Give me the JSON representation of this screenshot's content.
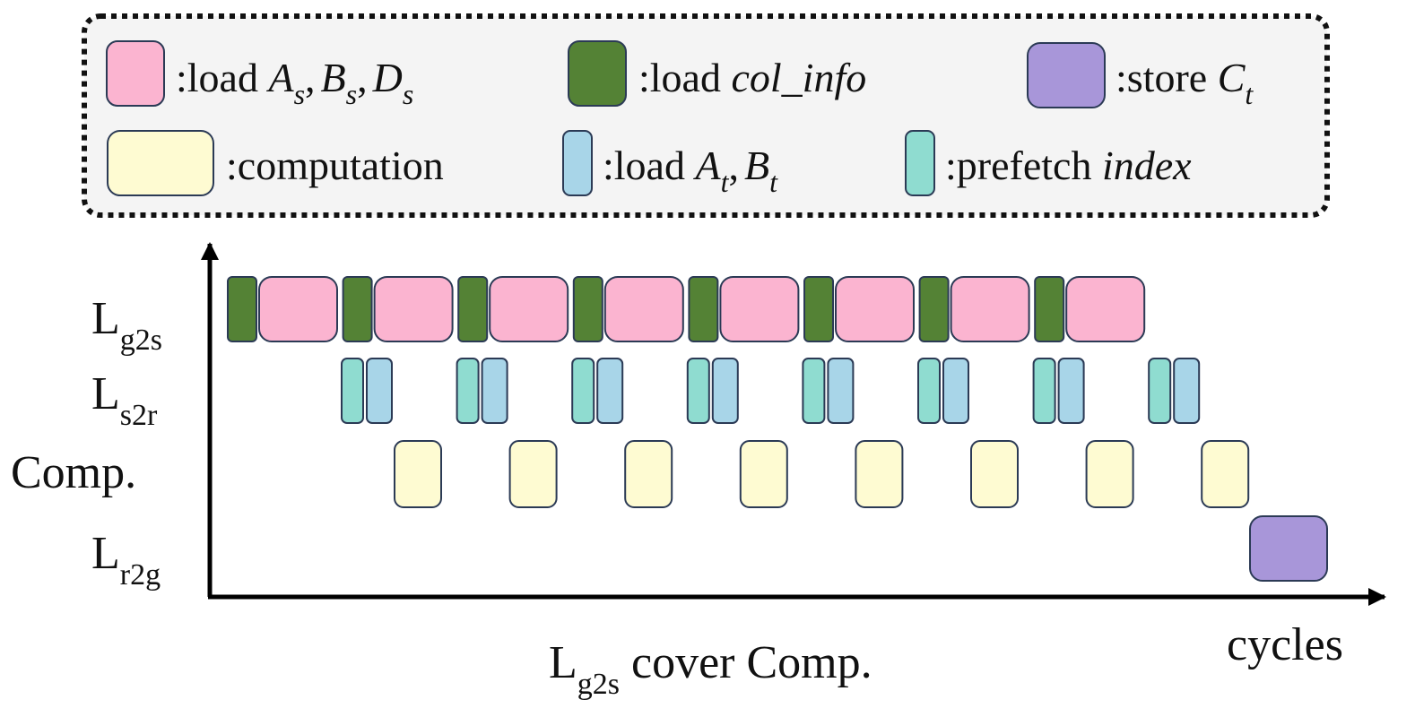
{
  "colors": {
    "load_shared": "#fbb4d0",
    "load_col_info": "#548235",
    "store": "#a896d9",
    "computation": "#fefbd2",
    "load_t": "#a8d5e8",
    "prefetch": "#8fdcd0",
    "legend_bg": "#f4f4f4",
    "block_border": "#2b3a55"
  },
  "legend": {
    "load_shared_prefix": ":load ",
    "load_shared_math": "A",
    "load_shared_math_2": "B",
    "load_shared_math_3": "D",
    "load_shared_sub": "s",
    "col_info_prefix": ":load ",
    "col_info_math": "col_info",
    "store_prefix": ":store ",
    "store_math": "C",
    "store_sub": "t",
    "computation": ":computation",
    "load_t_prefix": ":load ",
    "load_t_math": "A",
    "load_t_math_2": "B",
    "load_t_sub": "t",
    "prefetch_prefix": ":prefetch ",
    "prefetch_math": "index",
    "comma": ","
  },
  "lanes": {
    "g2s_main": "L",
    "g2s_sub": "g2s",
    "s2r_main": "L",
    "s2r_sub": "s2r",
    "comp": "Comp.",
    "r2g_main": "L",
    "r2g_sub": "r2g"
  },
  "axis": {
    "x_label": "cycles"
  },
  "caption": {
    "main": "L",
    "sub": "g2s",
    "rest": " cover Comp."
  },
  "pipeline": {
    "stages": 8,
    "g2s_pattern": [
      "load col_info",
      "load As, Bs, Ds"
    ],
    "s2r_pattern": [
      "prefetch index",
      "load At, Bt"
    ],
    "comp_pattern": [
      "computation"
    ],
    "r2g_pattern": [
      "store Ct"
    ]
  }
}
